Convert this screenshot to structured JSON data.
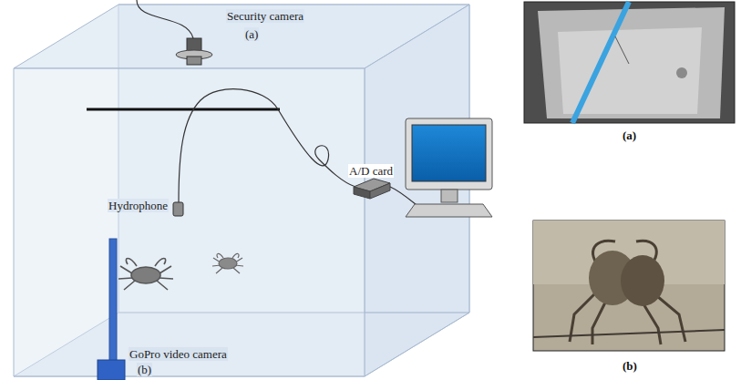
{
  "diagram": {
    "labels": [
      "Security camera",
      "(a)",
      "Hydrophone",
      "A/D card",
      "GoPro video camera",
      "(b)",
      "(a)",
      "(b)"
    ]
  }
}
